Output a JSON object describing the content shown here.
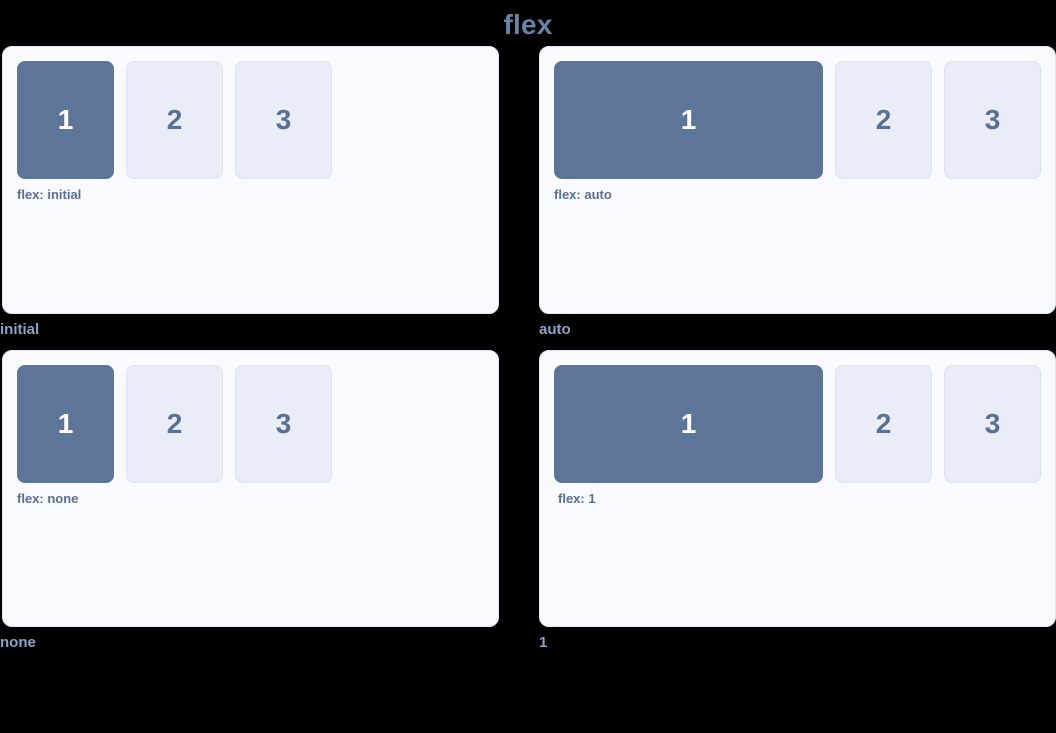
{
  "title": "flex",
  "colors": {
    "background": "#000000",
    "title_text": "#6a82a8",
    "panel_background": "#f8fafd",
    "panel_border": "#e4eaf4",
    "box_primary_fill": "#5d7599",
    "box_primary_text": "#ffffff",
    "box_muted_fill": "#e8edf7",
    "box_muted_border": "#dde4f0",
    "box_muted_text": "#5a6f94",
    "flex_label_text": "#5a6f94",
    "caption_text": "#8ba3c7"
  },
  "panels": [
    {
      "caption": "initial",
      "flex_label": "flex: initial",
      "boxes": [
        {
          "number": "1",
          "style": "primary",
          "sizing": "fixed"
        },
        {
          "number": "2",
          "style": "muted",
          "sizing": "fixed"
        },
        {
          "number": "3",
          "style": "muted",
          "sizing": "fixed"
        }
      ]
    },
    {
      "caption": "auto",
      "flex_label": "flex: auto",
      "boxes": [
        {
          "number": "1",
          "style": "primary",
          "sizing": "grow"
        },
        {
          "number": "2",
          "style": "muted",
          "sizing": "fixed"
        },
        {
          "number": "3",
          "style": "muted",
          "sizing": "fixed"
        }
      ]
    },
    {
      "caption": "none",
      "flex_label": "flex: none",
      "boxes": [
        {
          "number": "1",
          "style": "primary",
          "sizing": "fixed"
        },
        {
          "number": "2",
          "style": "muted",
          "sizing": "fixed"
        },
        {
          "number": "3",
          "style": "muted",
          "sizing": "fixed"
        }
      ]
    },
    {
      "caption": "1",
      "flex_label": "flex: 1",
      "boxes": [
        {
          "number": "1",
          "style": "primary",
          "sizing": "grow"
        },
        {
          "number": "2",
          "style": "muted",
          "sizing": "fixed"
        },
        {
          "number": "3",
          "style": "muted",
          "sizing": "fixed"
        }
      ]
    }
  ]
}
